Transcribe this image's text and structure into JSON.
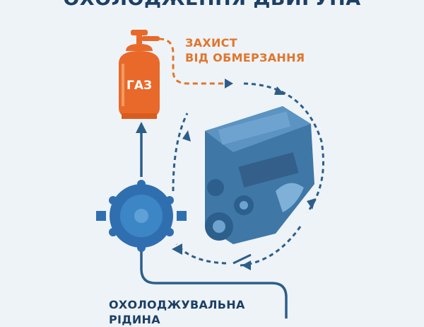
{
  "title": "ОХОЛОДЖЕННЯ ДВИГУНА",
  "gas_cylinder": {
    "label": "ГАЗ",
    "color": "#e8692a"
  },
  "antifreeze_note": {
    "line1": "ЗАХИСТ",
    "line2": "ВІД ОБМЕРЗАННЯ",
    "color": "#e0762c"
  },
  "coolant_label": {
    "line1": "ОХОЛОДЖУВАЛЬНА",
    "line2": "РІДИНА",
    "color": "#1c3f66"
  },
  "colors": {
    "background": "#eef3f7",
    "engine": "#3f77a6",
    "reducer": "#2f6fb0",
    "pipe": "#2d5e8a"
  }
}
